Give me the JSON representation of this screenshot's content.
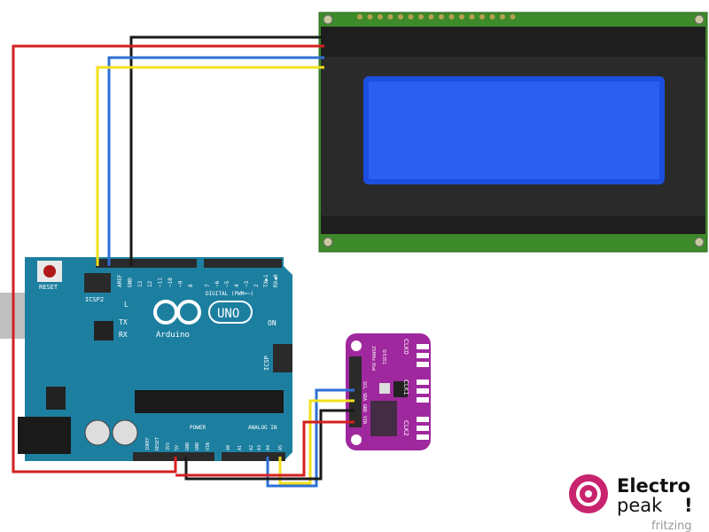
{
  "arduino": {
    "reset_label": "RESET",
    "icsp2_label": "ICSP2",
    "icsp_label": "ICSP",
    "led_l": "L",
    "led_tx": "TX",
    "led_rx": "RX",
    "led_on": "ON",
    "brand": "Arduino",
    "model": "UNO",
    "digital_label": "DIGITAL (PWM=~)",
    "digital_pins": [
      "AREF",
      "GND",
      "13",
      "12",
      "~11",
      "~10",
      "~9",
      "8",
      "7",
      "~6",
      "~5",
      "4",
      "~3",
      "2",
      "TX▶1",
      "RX◀0"
    ],
    "power_label": "POWER",
    "power_pins": [
      "IOREF",
      "RESET",
      "3V3",
      "5V",
      "GND",
      "GND",
      "VIN"
    ],
    "analog_label": "ANALOG IN",
    "analog_pins": [
      "A0",
      "A1",
      "A2",
      "A3",
      "A4",
      "A5"
    ]
  },
  "module": {
    "chip": "Si5351",
    "crystal": "25MHz Xtal",
    "outputs": [
      "CLK0",
      "CLK1",
      "CLK2"
    ],
    "pins": [
      "SCL",
      "SDA",
      "GND",
      "VIN"
    ]
  },
  "wire_colors": {
    "vcc": "#d42020",
    "gnd": "#1a1a1a",
    "sda": "#2f6fd6",
    "scl": "#f2e01c"
  },
  "logo": {
    "line1": "Electro",
    "line2": "peak",
    "mark": "!"
  },
  "watermark": "fritzing"
}
